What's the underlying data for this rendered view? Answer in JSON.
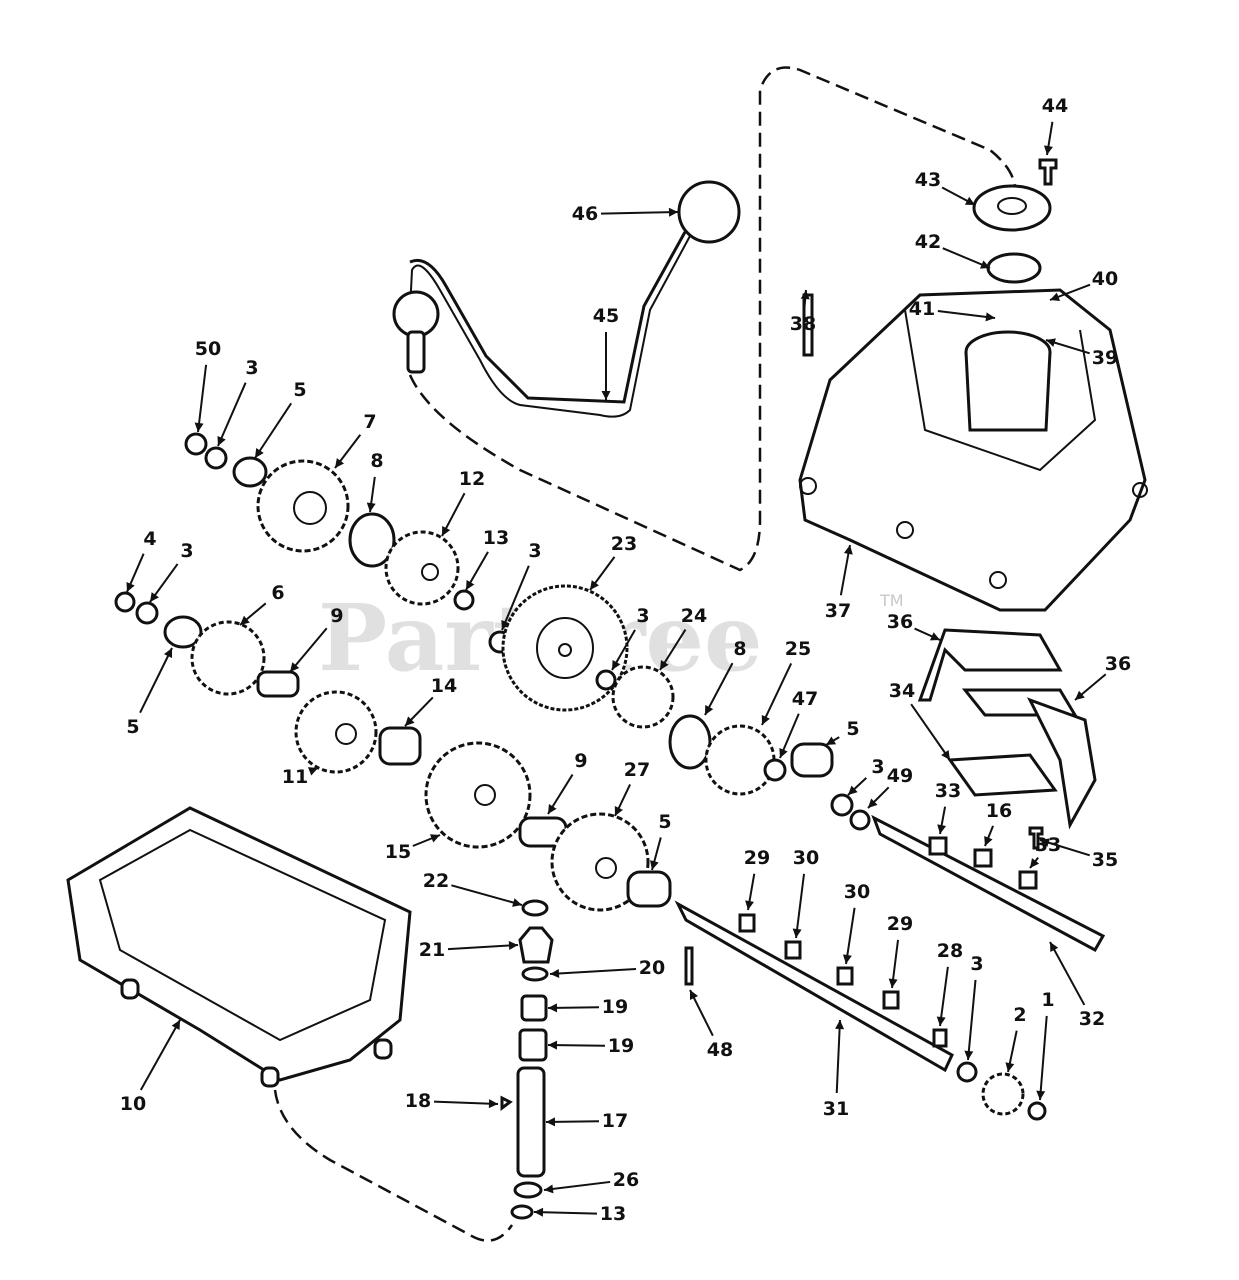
{
  "watermark": {
    "text": "PartTree",
    "trademark": "TM"
  },
  "callouts": [
    {
      "id": "c44",
      "label": "44"
    },
    {
      "id": "c43",
      "label": "43"
    },
    {
      "id": "c46",
      "label": "46"
    },
    {
      "id": "c42",
      "label": "42"
    },
    {
      "id": "c40",
      "label": "40"
    },
    {
      "id": "c41",
      "label": "41"
    },
    {
      "id": "c45",
      "label": "45"
    },
    {
      "id": "c38",
      "label": "38"
    },
    {
      "id": "c39",
      "label": "39"
    },
    {
      "id": "c50",
      "label": "50"
    },
    {
      "id": "c3a",
      "label": "3"
    },
    {
      "id": "c5a",
      "label": "5"
    },
    {
      "id": "c7",
      "label": "7"
    },
    {
      "id": "c8a",
      "label": "8"
    },
    {
      "id": "c12",
      "label": "12"
    },
    {
      "id": "c4",
      "label": "4"
    },
    {
      "id": "c3b",
      "label": "3"
    },
    {
      "id": "c13a",
      "label": "13"
    },
    {
      "id": "c3c",
      "label": "3"
    },
    {
      "id": "c23",
      "label": "23"
    },
    {
      "id": "c6",
      "label": "6"
    },
    {
      "id": "c9a",
      "label": "9"
    },
    {
      "id": "c3d",
      "label": "3"
    },
    {
      "id": "c24",
      "label": "24"
    },
    {
      "id": "c8b",
      "label": "8"
    },
    {
      "id": "c25",
      "label": "25"
    },
    {
      "id": "c37",
      "label": "37"
    },
    {
      "id": "c36a",
      "label": "36"
    },
    {
      "id": "c36b",
      "label": "36"
    },
    {
      "id": "c5b",
      "label": "5"
    },
    {
      "id": "c14",
      "label": "14"
    },
    {
      "id": "c34",
      "label": "34"
    },
    {
      "id": "c47",
      "label": "47"
    },
    {
      "id": "c5c",
      "label": "5"
    },
    {
      "id": "c3e",
      "label": "3"
    },
    {
      "id": "c49",
      "label": "49"
    },
    {
      "id": "c11",
      "label": "11"
    },
    {
      "id": "c9b",
      "label": "9"
    },
    {
      "id": "c27",
      "label": "27"
    },
    {
      "id": "c33a",
      "label": "33"
    },
    {
      "id": "c16",
      "label": "16"
    },
    {
      "id": "c33b",
      "label": "33"
    },
    {
      "id": "c15",
      "label": "15"
    },
    {
      "id": "c5d",
      "label": "5"
    },
    {
      "id": "c35",
      "label": "35"
    },
    {
      "id": "c29a",
      "label": "29"
    },
    {
      "id": "c30a",
      "label": "30"
    },
    {
      "id": "c22",
      "label": "22"
    },
    {
      "id": "c30b",
      "label": "30"
    },
    {
      "id": "c29b",
      "label": "29"
    },
    {
      "id": "c28",
      "label": "28"
    },
    {
      "id": "c3f",
      "label": "3"
    },
    {
      "id": "c21",
      "label": "21"
    },
    {
      "id": "c20",
      "label": "20"
    },
    {
      "id": "c19a",
      "label": "19"
    },
    {
      "id": "c2",
      "label": "2"
    },
    {
      "id": "c1",
      "label": "1"
    },
    {
      "id": "c32",
      "label": "32"
    },
    {
      "id": "c19b",
      "label": "19"
    },
    {
      "id": "c48",
      "label": "48"
    },
    {
      "id": "c10",
      "label": "10"
    },
    {
      "id": "c18",
      "label": "18"
    },
    {
      "id": "c17",
      "label": "17"
    },
    {
      "id": "c31",
      "label": "31"
    },
    {
      "id": "c26",
      "label": "26"
    },
    {
      "id": "c13b",
      "label": "13"
    }
  ]
}
